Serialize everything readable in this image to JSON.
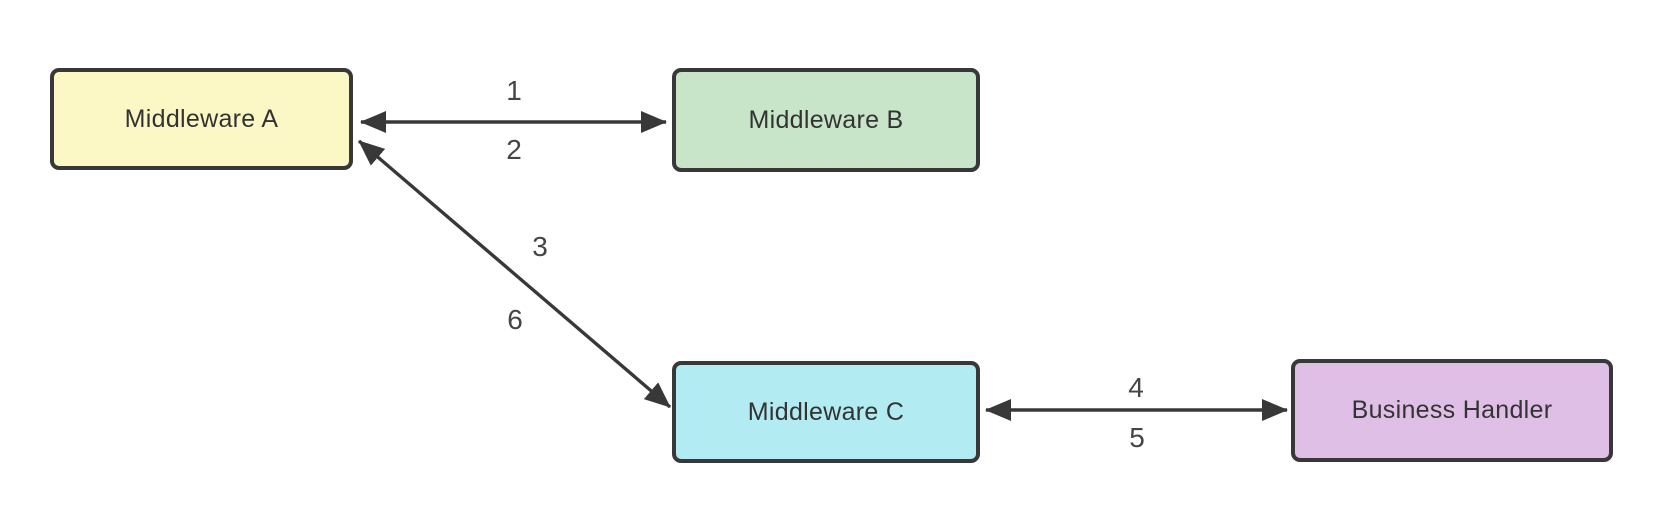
{
  "diagram": {
    "type": "flow-diagram",
    "background_color": "#ffffff",
    "stroke_color": "#383838",
    "edge_label_color": "#454545",
    "node_text_color": "#333333",
    "nodes": [
      {
        "id": "middleware-a",
        "label": "Middleware A",
        "fill": "#fbf8c5"
      },
      {
        "id": "middleware-b",
        "label": "Middleware B",
        "fill": "#c8e5c9"
      },
      {
        "id": "middleware-c",
        "label": "Middleware C",
        "fill": "#b2ebf2"
      },
      {
        "id": "business-handler",
        "label": "Business Handler",
        "fill": "#e0bfe6"
      }
    ],
    "edges": [
      {
        "from": "middleware-a",
        "to": "middleware-b",
        "direction": "bidirectional",
        "forward_label": "1",
        "back_label": "2"
      },
      {
        "from": "middleware-a",
        "to": "middleware-c",
        "direction": "bidirectional",
        "forward_label": "3",
        "back_label": "6"
      },
      {
        "from": "middleware-c",
        "to": "business-handler",
        "direction": "bidirectional",
        "forward_label": "4",
        "back_label": "5"
      }
    ],
    "edge_labels": {
      "step1": "1",
      "step2": "2",
      "step3": "3",
      "step4": "4",
      "step5": "5",
      "step6": "6"
    }
  }
}
